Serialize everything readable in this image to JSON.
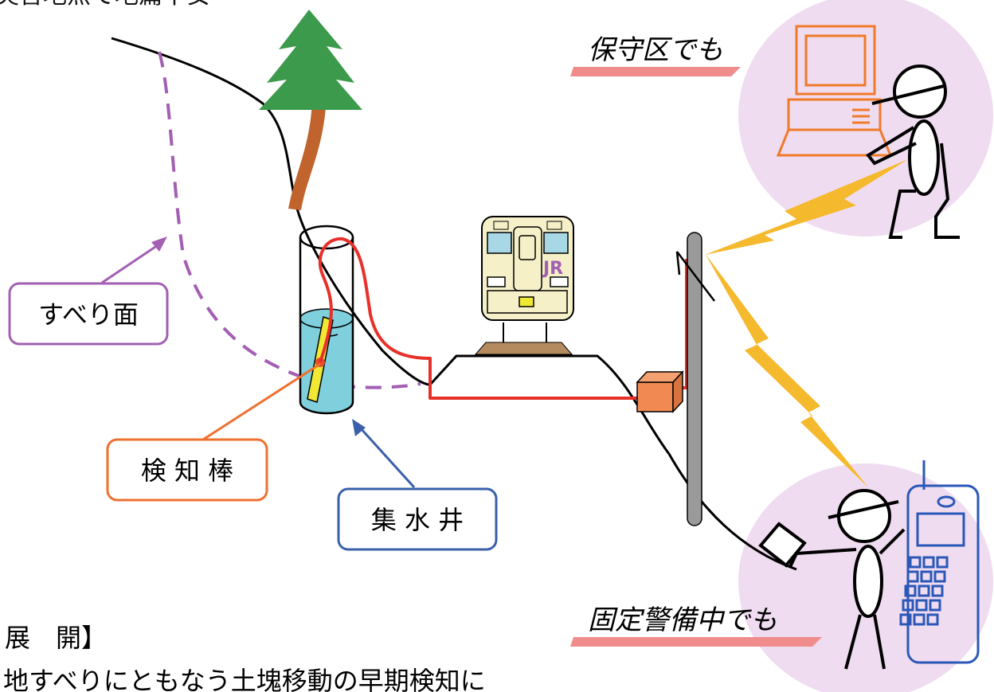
{
  "header_text": "災害地点で地篇不安",
  "labels": {
    "slip_surface": "すべり面",
    "detection_rod": "検 知 棒",
    "catch_well": "集 水 井",
    "maintenance_office": "保守区でも",
    "fixed_guard": "固定警備中でも"
  },
  "train_logo": "JR",
  "bottom_heading": "展　開】",
  "bottom_text": "地すべりにともなう土塊移動の早期検知に",
  "colors": {
    "slip": "#a35fb3",
    "rod_label": "#ee7030",
    "well_label": "#3a60aa",
    "cable": "#e8302a",
    "lightning": "#f5b92e",
    "tree_green": "#3c9a4c",
    "trunk": "#c0632c",
    "water": "#7fcfdc",
    "rod": "#f0e833",
    "circle_bg": "#f0dcf0",
    "pc_orange": "#f07a2a",
    "phone_blue": "#2a58b8",
    "pink_underline": "#f08c8c",
    "box_orange": "#f08a52"
  }
}
